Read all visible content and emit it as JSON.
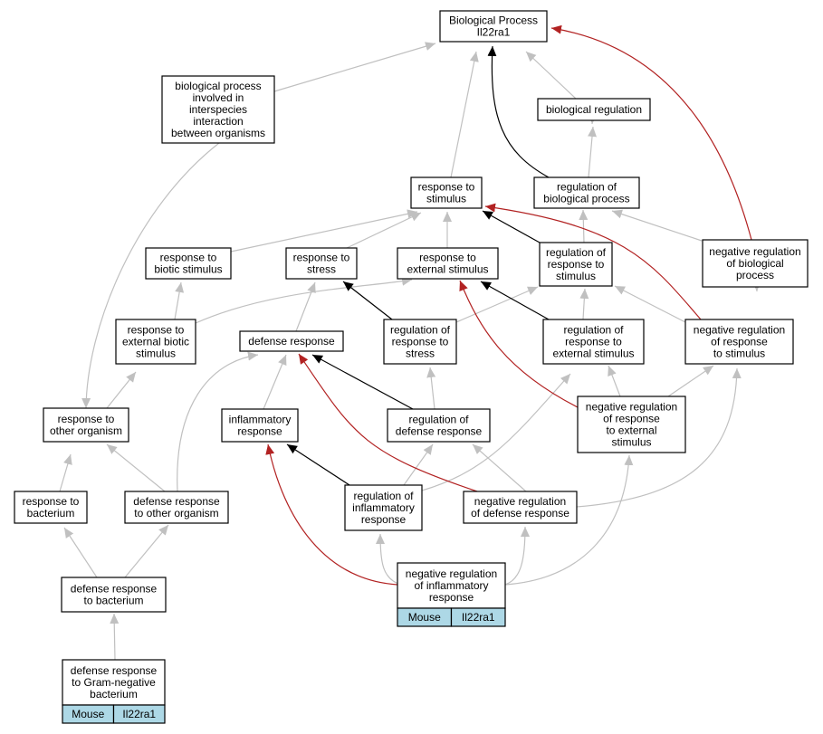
{
  "colors": {
    "is_a": "#c0c0c0",
    "regulates": "#000000",
    "negatively_regulates": "#b22222",
    "gene_tag": "#add8e6"
  },
  "nodes": {
    "bp": [
      "Biological Process",
      "Il22ra1"
    ],
    "bpinter": [
      "biological process",
      "involved in",
      "interspecies",
      "interaction",
      "between organisms"
    ],
    "bioreg": [
      "biological regulation"
    ],
    "stim": [
      "response to",
      "stimulus"
    ],
    "regbp": [
      "regulation of",
      "biological process"
    ],
    "biotic": [
      "response to",
      "biotic stimulus"
    ],
    "stress": [
      "response to",
      "stress"
    ],
    "extstim": [
      "response to",
      "external stimulus"
    ],
    "regstim": [
      "regulation of",
      "response to",
      "stimulus"
    ],
    "negregbp": [
      "negative regulation",
      "of biological",
      "process"
    ],
    "extbiotic": [
      "response to",
      "external biotic",
      "stimulus"
    ],
    "defresp": [
      "defense response"
    ],
    "regstress": [
      "regulation of",
      "response to",
      "stress"
    ],
    "regext": [
      "regulation of",
      "response to",
      "external stimulus"
    ],
    "negregstim": [
      "negative regulation",
      "of response",
      "to stimulus"
    ],
    "otherorg": [
      "response to",
      "other organism"
    ],
    "inflam": [
      "inflammatory",
      "response"
    ],
    "regdef": [
      "regulation of",
      "defense response"
    ],
    "negregext": [
      "negative regulation",
      "of response",
      "to external",
      "stimulus"
    ],
    "bact": [
      "response to",
      "bacterium"
    ],
    "defother": [
      "defense response",
      "to other organism"
    ],
    "reginflam": [
      "regulation of",
      "inflammatory",
      "response"
    ],
    "negregdef": [
      "negative regulation",
      "of defense response"
    ],
    "defbact": [
      "defense response",
      "to bacterium"
    ],
    "negreginflam": [
      "negative regulation",
      "of inflammatory",
      "response"
    ],
    "defgram": [
      "defense response",
      "to Gram-negative",
      "bacterium"
    ]
  },
  "tags": {
    "negreginflam": [
      "Mouse",
      "Il22ra1"
    ],
    "defgram": [
      "Mouse",
      "Il22ra1"
    ]
  }
}
